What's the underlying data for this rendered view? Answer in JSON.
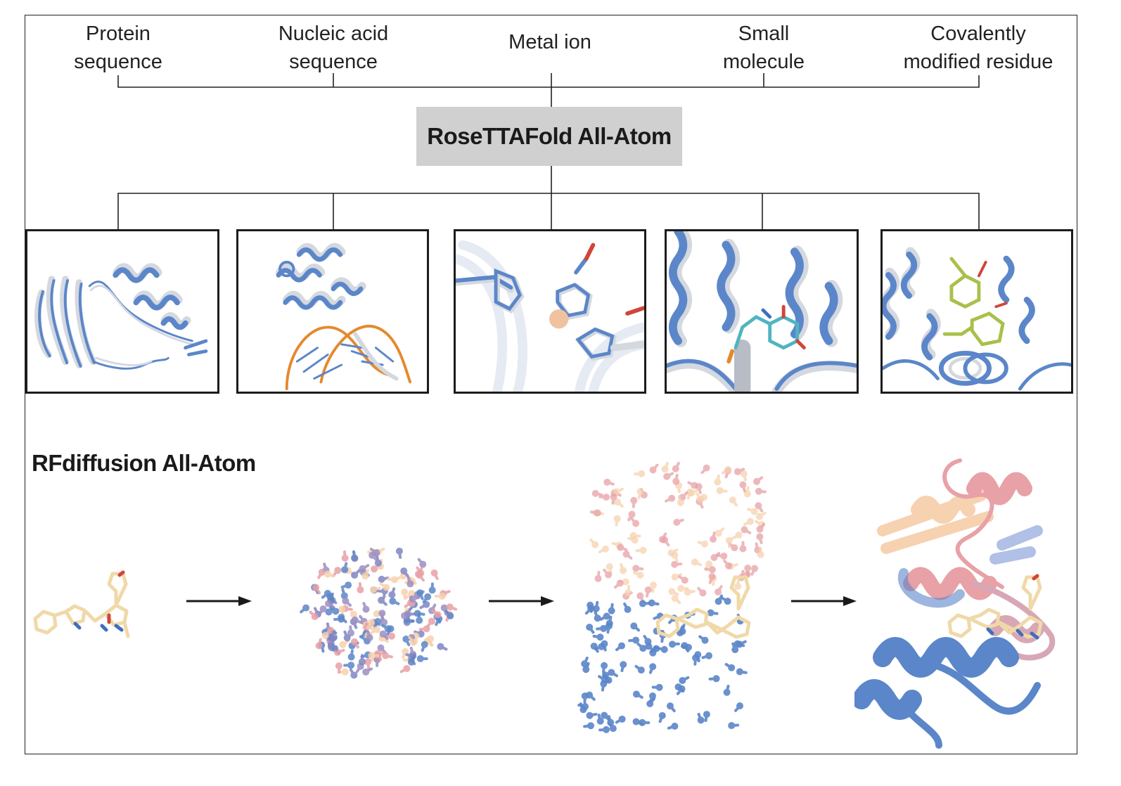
{
  "inputs": {
    "protein": "Protein\nsequence",
    "nucleic": "Nucleic acid\nsequence",
    "metal": "Metal ion",
    "small": "Small\nmolecule",
    "covalent": "Covalently\nmodified residue"
  },
  "model_title": "RoseTTAFold All-Atom",
  "diffusion_title": "RFdiffusion All-Atom",
  "colors": {
    "prediction_blue": "#5b86c9",
    "reference_gray": "#d4d8df",
    "dna_orange": "#e38a2e",
    "metal_ion": "#f0c29e",
    "ligand_teal": "#4fb5c0",
    "ligand_olive": "#a8c04a",
    "ligand_tan": "#f0d9a8",
    "diffusion_pink": "#e8a1a6",
    "diffusion_peach": "#f6d2b0"
  },
  "icons": [
    "protein-structure-icon",
    "protein-dna-icon",
    "metal-site-icon",
    "ligand-pocket-icon",
    "covalent-residue-icon",
    "ligand-icon",
    "noise-cloud-icon",
    "partial-denoise-icon",
    "designed-protein-icon",
    "arrow-right-icon"
  ]
}
